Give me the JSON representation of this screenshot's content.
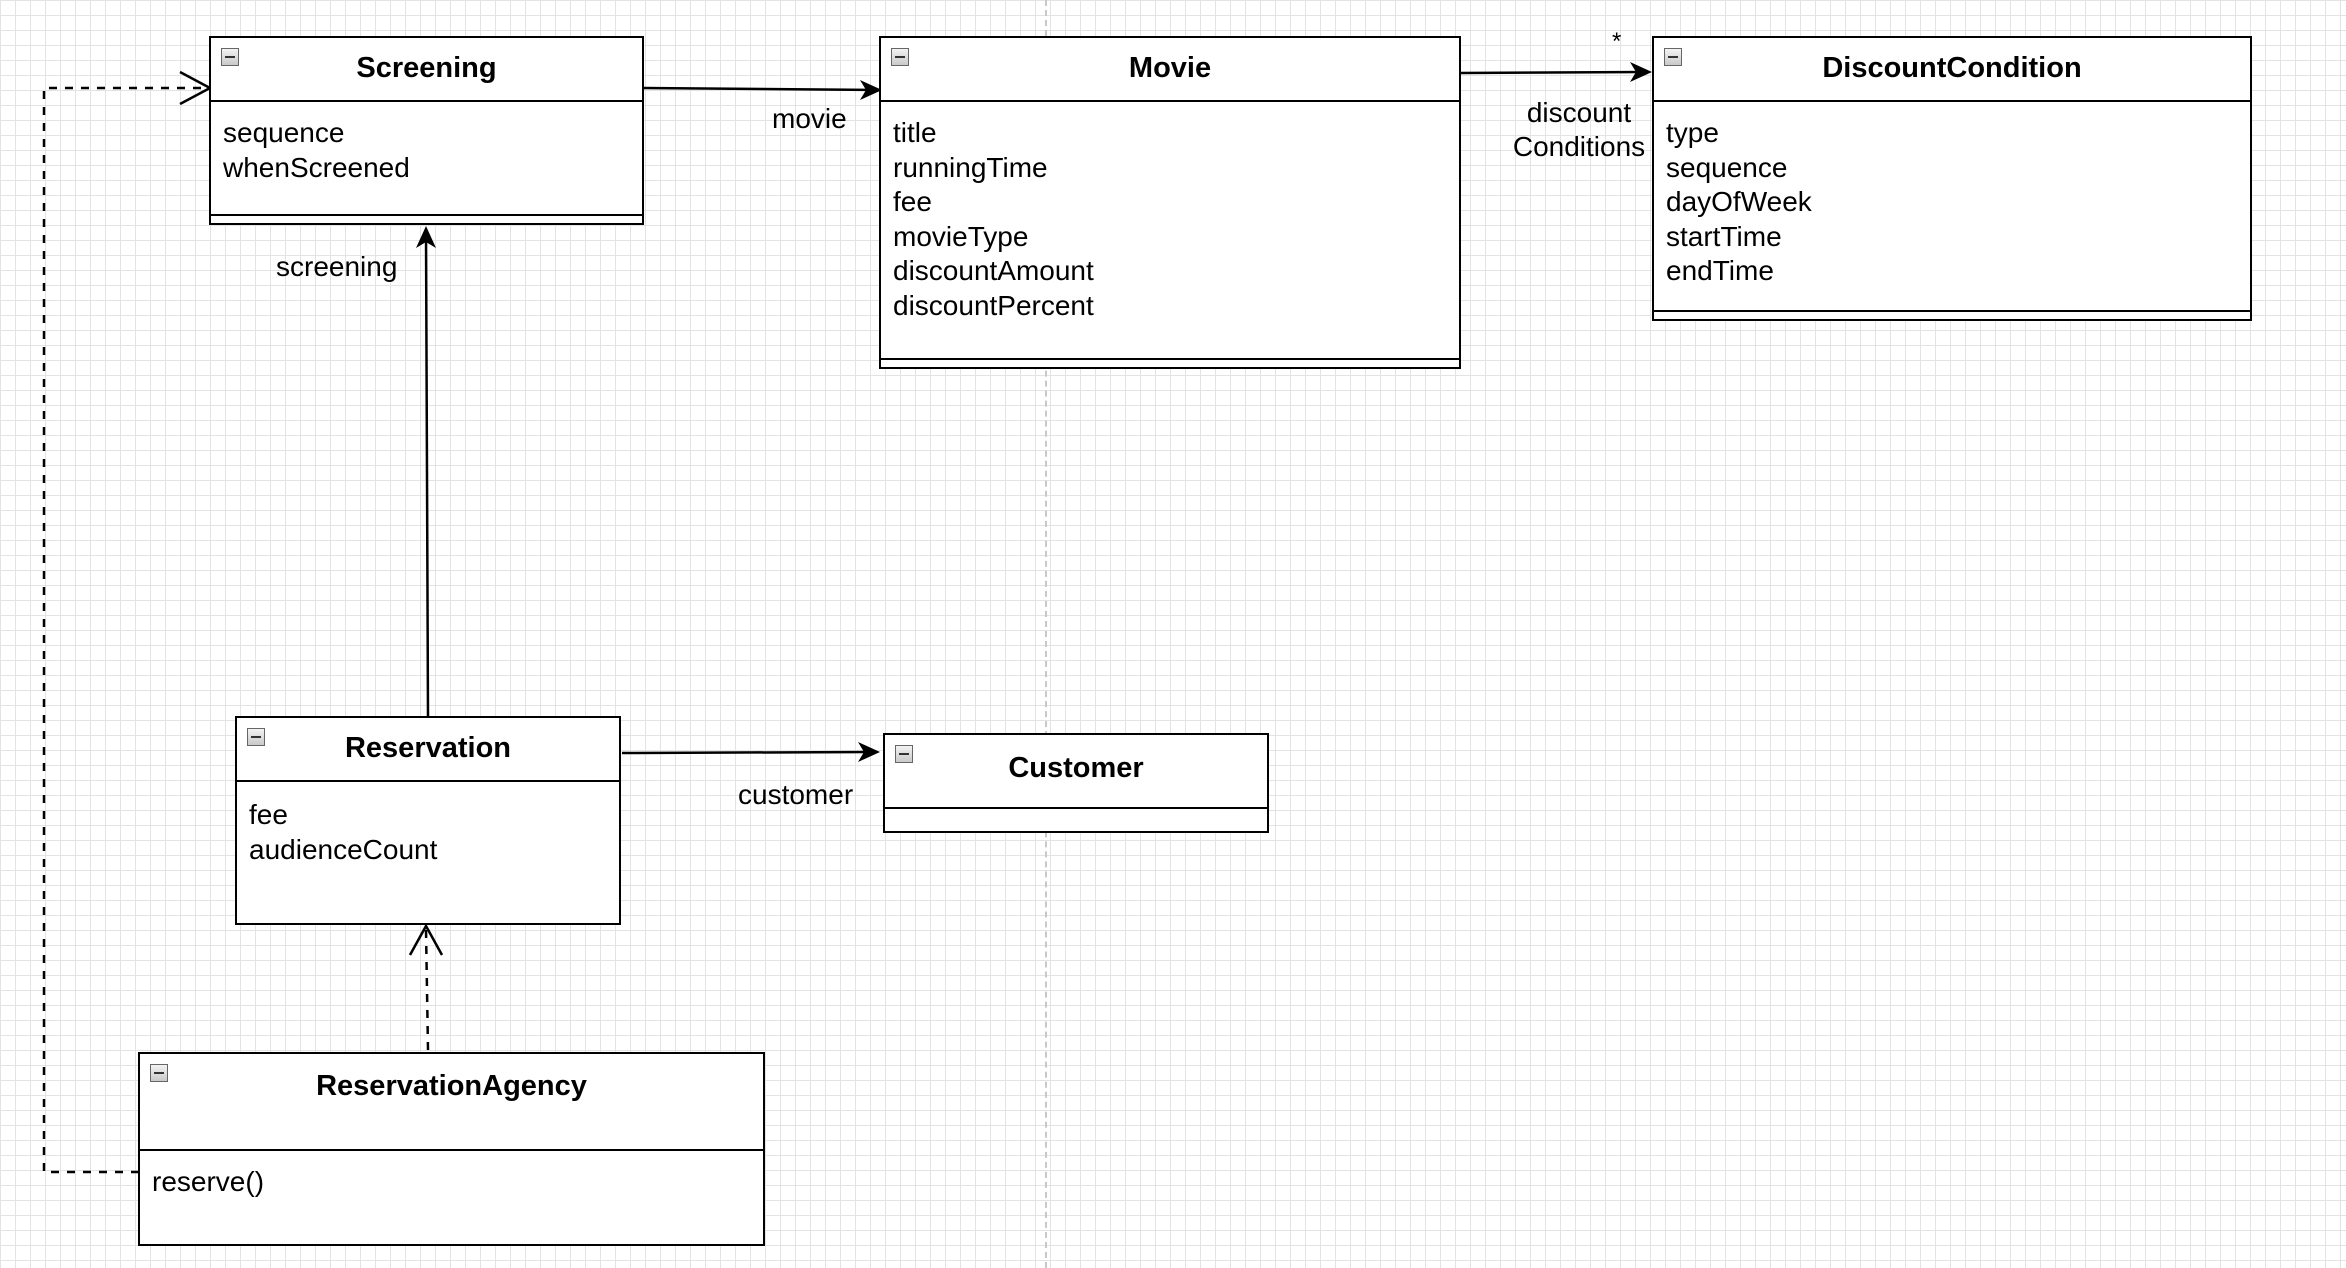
{
  "classes": {
    "screening": {
      "name": "Screening",
      "attributes": [
        "sequence",
        "whenScreened"
      ]
    },
    "movie": {
      "name": "Movie",
      "attributes": [
        "title",
        "runningTime",
        "fee",
        "movieType",
        "discountAmount",
        "discountPercent"
      ]
    },
    "discount_condition": {
      "name": "DiscountCondition",
      "attributes": [
        "type",
        "sequence",
        "dayOfWeek",
        "startTime",
        "endTime"
      ]
    },
    "reservation": {
      "name": "Reservation",
      "attributes": [
        "fee",
        "audienceCount"
      ]
    },
    "customer": {
      "name": "Customer",
      "attributes": []
    },
    "reservation_agency": {
      "name": "ReservationAgency",
      "operations": [
        "reserve()"
      ]
    }
  },
  "edges": [
    {
      "from": "Screening",
      "to": "Movie",
      "type": "association",
      "label": "movie"
    },
    {
      "from": "Movie",
      "to": "DiscountCondition",
      "type": "association",
      "label_line1": "discount",
      "label_line2": "Conditions",
      "multiplicity": "*"
    },
    {
      "from": "Reservation",
      "to": "Screening",
      "type": "association",
      "label": "screening"
    },
    {
      "from": "Reservation",
      "to": "Customer",
      "type": "association",
      "label": "customer"
    },
    {
      "from": "ReservationAgency",
      "to": "Reservation",
      "type": "dependency"
    },
    {
      "from": "ReservationAgency",
      "to": "Screening",
      "type": "dependency"
    }
  ]
}
